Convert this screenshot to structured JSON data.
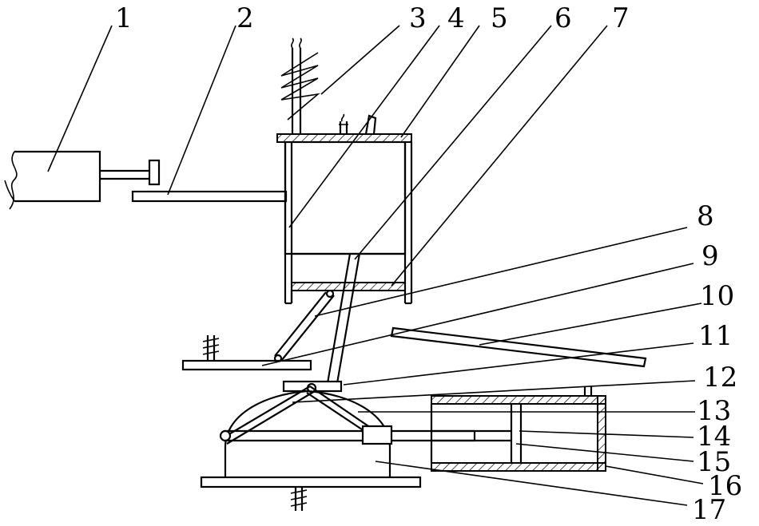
{
  "labels": [
    "1",
    "2",
    "3",
    "4",
    "5",
    "6",
    "7",
    "8",
    "9",
    "10",
    "11",
    "12",
    "13",
    "14",
    "15",
    "16",
    "17"
  ],
  "colors": {
    "stroke": "#000000",
    "background": "#ffffff"
  }
}
